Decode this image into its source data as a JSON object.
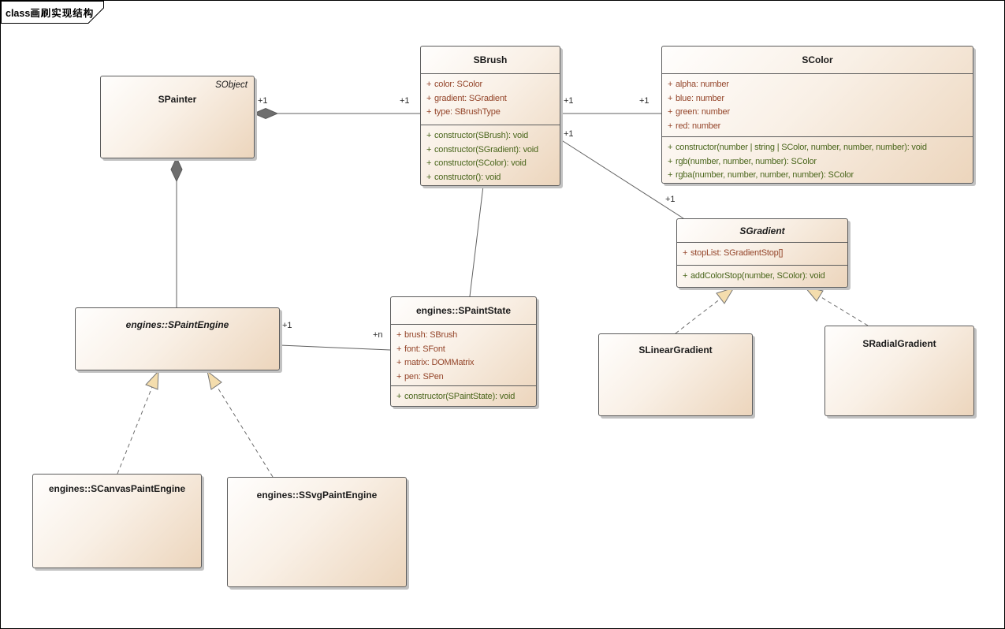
{
  "frame": {
    "keyword": "class",
    "name": "画刷实现结构"
  },
  "colors": {
    "attribute_text": "#94452a",
    "operation_text": "#4a661c",
    "box_fill_start": "#fffefd",
    "box_fill_end": "#ecd5bc",
    "composition_diamond": "#6e6e6e",
    "generalization_arrow_fill": "#f4ddad"
  },
  "classes": {
    "spainter": {
      "name": "SPainter",
      "stereotype": "SObject"
    },
    "sbrush": {
      "name": "SBrush",
      "attributes": [
        {
          "v": "+",
          "t": "color: SColor"
        },
        {
          "v": "+",
          "t": "gradient: SGradient"
        },
        {
          "v": "+",
          "t": "type: SBrushType"
        }
      ],
      "operations": [
        {
          "v": "+",
          "t": "constructor(SBrush): void"
        },
        {
          "v": "+",
          "t": "constructor(SGradient): void"
        },
        {
          "v": "+",
          "t": "constructor(SColor): void"
        },
        {
          "v": "+",
          "t": "constructor(): void"
        }
      ]
    },
    "scolor": {
      "name": "SColor",
      "attributes": [
        {
          "v": "+",
          "t": "alpha: number"
        },
        {
          "v": "+",
          "t": "blue: number"
        },
        {
          "v": "+",
          "t": "green: number"
        },
        {
          "v": "+",
          "t": "red: number"
        }
      ],
      "operations": [
        {
          "v": "+",
          "t": "constructor(number | string | SColor, number, number, number): void"
        },
        {
          "v": "+",
          "t": "rgb(number, number, number): SColor"
        },
        {
          "v": "+",
          "t": "rgba(number, number, number, number): SColor"
        }
      ]
    },
    "sgradient": {
      "name": "SGradient",
      "attributes": [
        {
          "v": "+",
          "t": "stopList: SGradientStop[]"
        }
      ],
      "operations": [
        {
          "v": "+",
          "t": "addColorStop(number, SColor): void"
        }
      ]
    },
    "spaintstate": {
      "name": "engines::SPaintState",
      "attributes": [
        {
          "v": "+",
          "t": "brush: SBrush"
        },
        {
          "v": "+",
          "t": "font: SFont"
        },
        {
          "v": "+",
          "t": "matrix: DOMMatrix"
        },
        {
          "v": "+",
          "t": "pen: SPen"
        }
      ],
      "operations": [
        {
          "v": "+",
          "t": "constructor(SPaintState): void"
        }
      ]
    },
    "spaintengine": {
      "name": "engines::SPaintEngine"
    },
    "slineargradient": {
      "name": "SLinearGradient"
    },
    "sradialgradient": {
      "name": "SRadialGradient"
    },
    "scanvaspaintengine": {
      "name": "engines::SCanvasPaintEngine"
    },
    "ssvgpaintengine": {
      "name": "engines::SSvgPaintEngine"
    }
  },
  "connectors": {
    "painter_brush": {
      "source_label": "+1",
      "target_label": "+1"
    },
    "brush_color": {
      "source_label": "+1",
      "target_label": "+1"
    },
    "brush_gradient": {
      "source_label": "+1",
      "target_label": "+1"
    },
    "engine_state": {
      "source_label": "+1",
      "target_label": "+n"
    }
  }
}
